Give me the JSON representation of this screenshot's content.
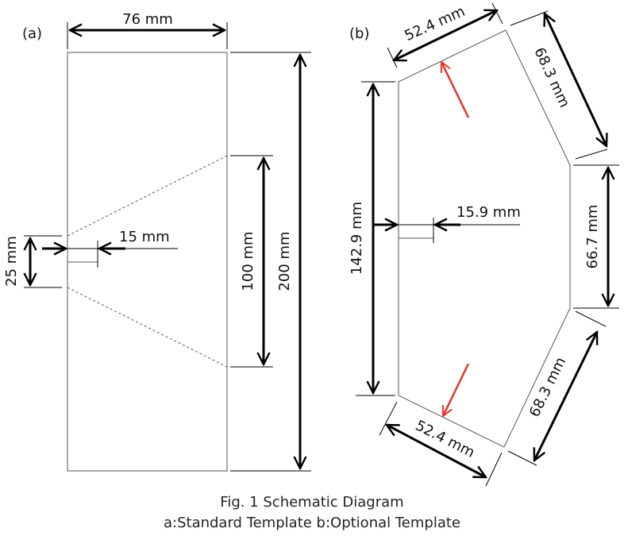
{
  "panel_a": {
    "label": "(a)",
    "width_dim": "76 mm",
    "height_dim": "200 mm",
    "window_dim": "100 mm",
    "slot_height_dim": "25 mm",
    "slot_depth_dim": "15 mm"
  },
  "panel_b": {
    "label": "(b)",
    "left_dim": "142.9 mm",
    "slot_depth_dim": "15.9 mm",
    "top_short_dim": "52.4 mm",
    "top_long_dim": "68.3 mm",
    "right_dim": "66.7 mm",
    "bottom_long_dim": "68.3 mm",
    "bottom_short_dim": "52.4 mm"
  },
  "caption": {
    "line1": "Fig. 1 Schematic Diagram",
    "line2": "a:Standard Template b:Optional Template"
  },
  "colors": {
    "indicator_arrow": "#e8322a"
  }
}
